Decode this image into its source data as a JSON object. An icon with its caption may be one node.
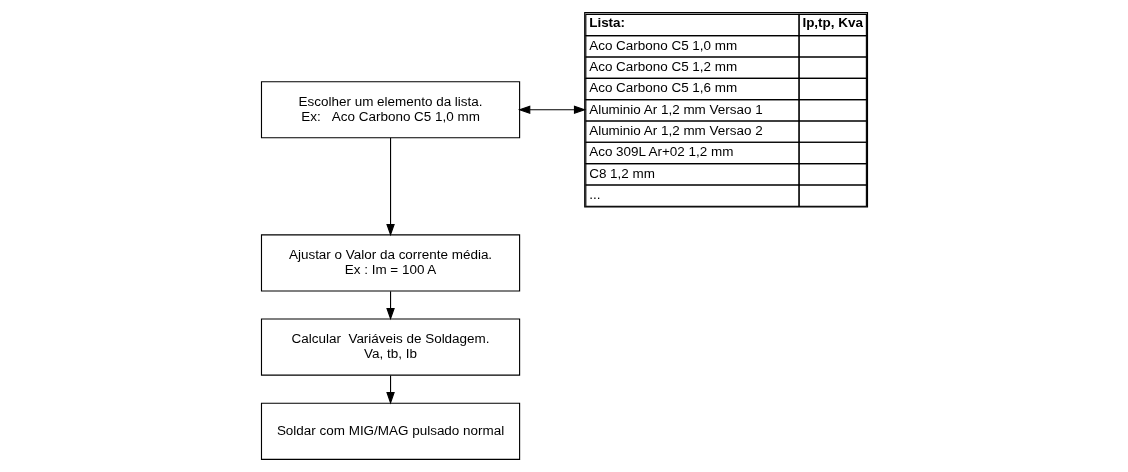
{
  "diagram": {
    "nodes": [
      {
        "text": [
          "Escolher um elemento da lista.",
          "Ex:   Aco Carbono C5 1,0 mm"
        ]
      },
      {
        "text": [
          "Ajustar o Valor da corrente média.",
          "Ex : Im = 100 A"
        ]
      },
      {
        "text": [
          "Calcular  Variáveis de Soldagem.",
          "Va, tb, Ib"
        ]
      },
      {
        "text": [
          "Soldar com MIG/MAG pulsado normal"
        ]
      },
      {
        "text": [
          "Lista:",
          "Ip,tp, Kva",
          "Aco Carbono C5 1,0 mm",
          "Aco Carbono C5 1,2 mm",
          "Aco Carbono C5 1,6 mm",
          "Aluminio Ar 1,2 mm Versao 1",
          "Aluminio Ar 1,2 mm Versao 2",
          "Aco 309L Ar+02 1,2 mm",
          "C8 1,2 mm",
          "..."
        ]
      }
    ],
    "edges": [
      {
        "from": 0,
        "to": 4,
        "arrow": "both"
      },
      {
        "from": 0,
        "to": 1,
        "arrow": "to"
      },
      {
        "from": 1,
        "to": 2,
        "arrow": "to"
      },
      {
        "from": 2,
        "to": 3,
        "arrow": "to"
      }
    ]
  }
}
